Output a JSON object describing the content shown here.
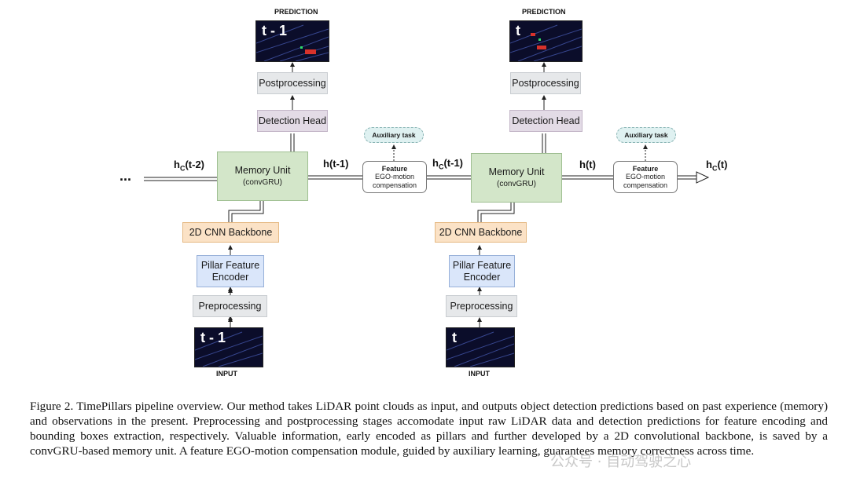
{
  "diagram": {
    "prediction_label": "PREDICTION",
    "input_label": "INPUT",
    "ellipsis": "...",
    "blocks": {
      "postprocessing": "Postprocessing",
      "detection_head": "Detection Head",
      "memory_unit": "Memory Unit",
      "memory_unit_sub": "(convGRU)",
      "backbone": "2D CNN Backbone",
      "pillar_line1": "Pillar Feature",
      "pillar_line2": "Encoder",
      "preprocessing": "Preprocessing",
      "feature_title": "Feature",
      "feature_line2": "EGO-motion",
      "feature_line3": "compensation",
      "auxiliary": "Auxiliary task"
    },
    "hidden_states": {
      "hc_t2_main": "h",
      "hc_t2_sub": "C",
      "hc_t2_tail": "(t-2)",
      "h_t1": "h(t-1)",
      "hc_t1_main": "h",
      "hc_t1_sub": "C",
      "hc_t1_tail": "(t-1)",
      "h_t": "h(t)",
      "hc_t_main": "h",
      "hc_t_sub": "C",
      "hc_t_tail": "(t)"
    },
    "timesteps": {
      "left_prediction": "t - 1",
      "right_prediction": "t",
      "left_input": "t - 1",
      "right_input": "t"
    },
    "colors": {
      "gray_block": "#e6e8ea",
      "purple_block": "#e3dbe6",
      "green_block": "#d3e6c9",
      "orange_block": "#fbe2c6",
      "blue_block": "#dae6fa",
      "aux_block": "#dff1f1",
      "lidar_bg": "#0b0d2a"
    }
  },
  "caption": "Figure 2. TimePillars pipeline overview. Our method takes LiDAR point clouds as input, and outputs object detection predictions based on past experience (memory) and observations in the present. Preprocessing and postprocessing stages accomodate input raw LiDAR data and detection predictions for feature encoding and bounding boxes extraction, respectively. Valuable information, early encoded as pillars and further developed by a 2D convolutional backbone, is saved by a convGRU-based memory unit. A feature EGO-motion compensation module, guided by auxiliary learning, guarantees memory correctness across time.",
  "watermark": "公众号 · 自动驾驶之心"
}
